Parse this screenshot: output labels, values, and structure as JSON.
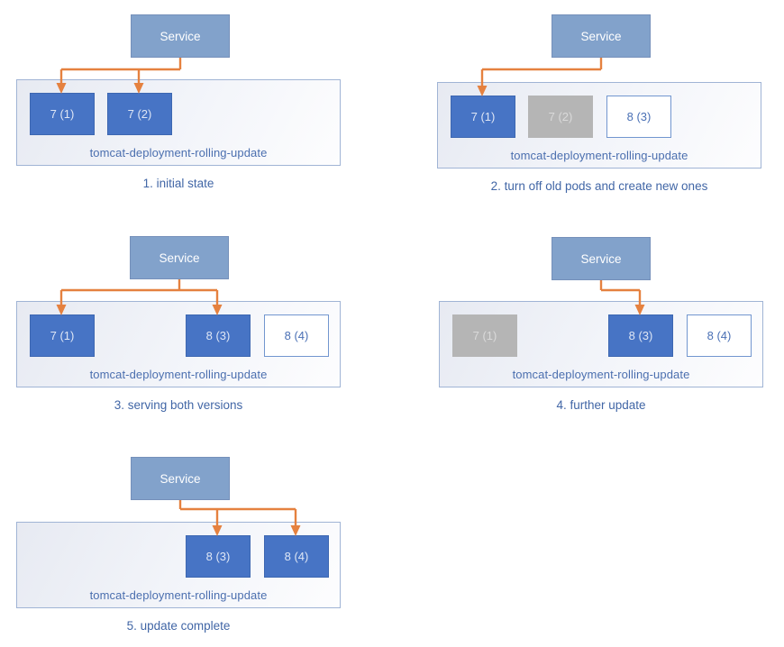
{
  "service_label": "Service",
  "deployment_label": "tomcat-deployment-rolling-update",
  "panels": [
    {
      "caption": "1. initial state",
      "pods": [
        {
          "label": "7 (1)",
          "variant": "active",
          "slot": 0,
          "arrow": true
        },
        {
          "label": "7 (2)",
          "variant": "active",
          "slot": 1,
          "arrow": true
        }
      ]
    },
    {
      "caption": "2. turn off old pods and create new ones",
      "pods": [
        {
          "label": "7 (1)",
          "variant": "active",
          "slot": 0,
          "arrow": true
        },
        {
          "label": "7 (2)",
          "variant": "stopped",
          "slot": 1,
          "arrow": false
        },
        {
          "label": "8 (3)",
          "variant": "new",
          "slot": 2,
          "arrow": false
        }
      ]
    },
    {
      "caption": "3. serving both versions",
      "pods": [
        {
          "label": "7 (1)",
          "variant": "active",
          "slot": 0,
          "arrow": true
        },
        {
          "label": "8 (3)",
          "variant": "active",
          "slot": 2,
          "arrow": true
        },
        {
          "label": "8 (4)",
          "variant": "new",
          "slot": 3,
          "arrow": false
        }
      ]
    },
    {
      "caption": "4. further update",
      "pods": [
        {
          "label": "7 (1)",
          "variant": "stopped",
          "slot": 0,
          "arrow": false
        },
        {
          "label": "8 (3)",
          "variant": "active",
          "slot": 2,
          "arrow": true
        },
        {
          "label": "8 (4)",
          "variant": "new",
          "slot": 3,
          "arrow": false
        }
      ]
    },
    {
      "caption": "5. update complete",
      "pods": [
        {
          "label": "8 (3)",
          "variant": "active",
          "slot": 2,
          "arrow": true
        },
        {
          "label": "8 (4)",
          "variant": "active",
          "slot": 3,
          "arrow": true
        }
      ]
    }
  ],
  "colors": {
    "service_fill": "#82A2CB",
    "service_border": "#7590BA",
    "service_text": "#FFFFFF",
    "pod_active_fill": "#4774C5",
    "pod_active_border": "#3D67B1",
    "pod_active_text": "#DEE6F5",
    "pod_stopped_fill": "#B5B5B5",
    "pod_stopped_text": "#DADADA",
    "pod_new_fill": "#FFFFFF",
    "pod_new_border": "#7296CF",
    "pod_new_text": "#4A70B5",
    "deployment_fill_start": "#E7EAF2",
    "deployment_fill_end": "#FDFDFE",
    "deployment_border": "#A0B4D5",
    "deployment_label_text": "#4B6FAF",
    "caption_text": "#4166A6",
    "connector": "#E5813F"
  }
}
